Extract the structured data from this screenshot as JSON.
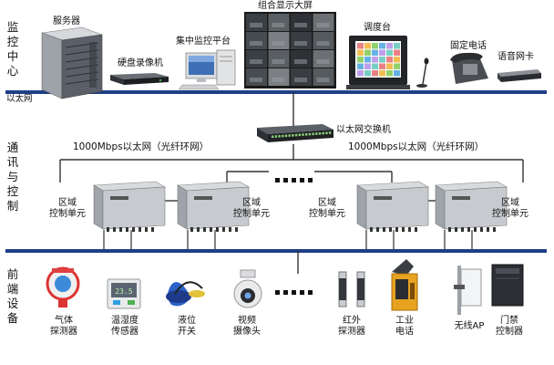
{
  "layers": {
    "monitor": "监控中心",
    "comm": "通讯与控制",
    "front": "前端设备"
  },
  "ethernet_label": "以太网",
  "monitor_center": {
    "server": "服务器",
    "dvr": "硬盘录像机",
    "platform": "集中监控平台",
    "videowall": "组合显示大屏",
    "dispatch": "调度台",
    "phone": "固定电话",
    "voice_card": "语音网卡"
  },
  "switch_label": "以太网交换机",
  "ring_left": "1000Mbps以太网（光纤环网）",
  "ring_right": "1000Mbps以太网（光纤环网）",
  "control_unit": [
    "区域",
    "控制单元"
  ],
  "front_devices": {
    "gas": [
      "气体",
      "探测器"
    ],
    "temp": [
      "温湿度",
      "传感器"
    ],
    "level": [
      "液位",
      "开关"
    ],
    "camera": [
      "视频",
      "摄像头"
    ],
    "ir": [
      "红外",
      "探测器"
    ],
    "ind_phone": [
      "工业",
      "电话"
    ],
    "ap": [
      "无线AP"
    ],
    "access": [
      "门禁",
      "控制器"
    ]
  },
  "colors": {
    "bus": "#1f3f86",
    "line": "#333333",
    "device_gray": "#c9ccd1"
  }
}
